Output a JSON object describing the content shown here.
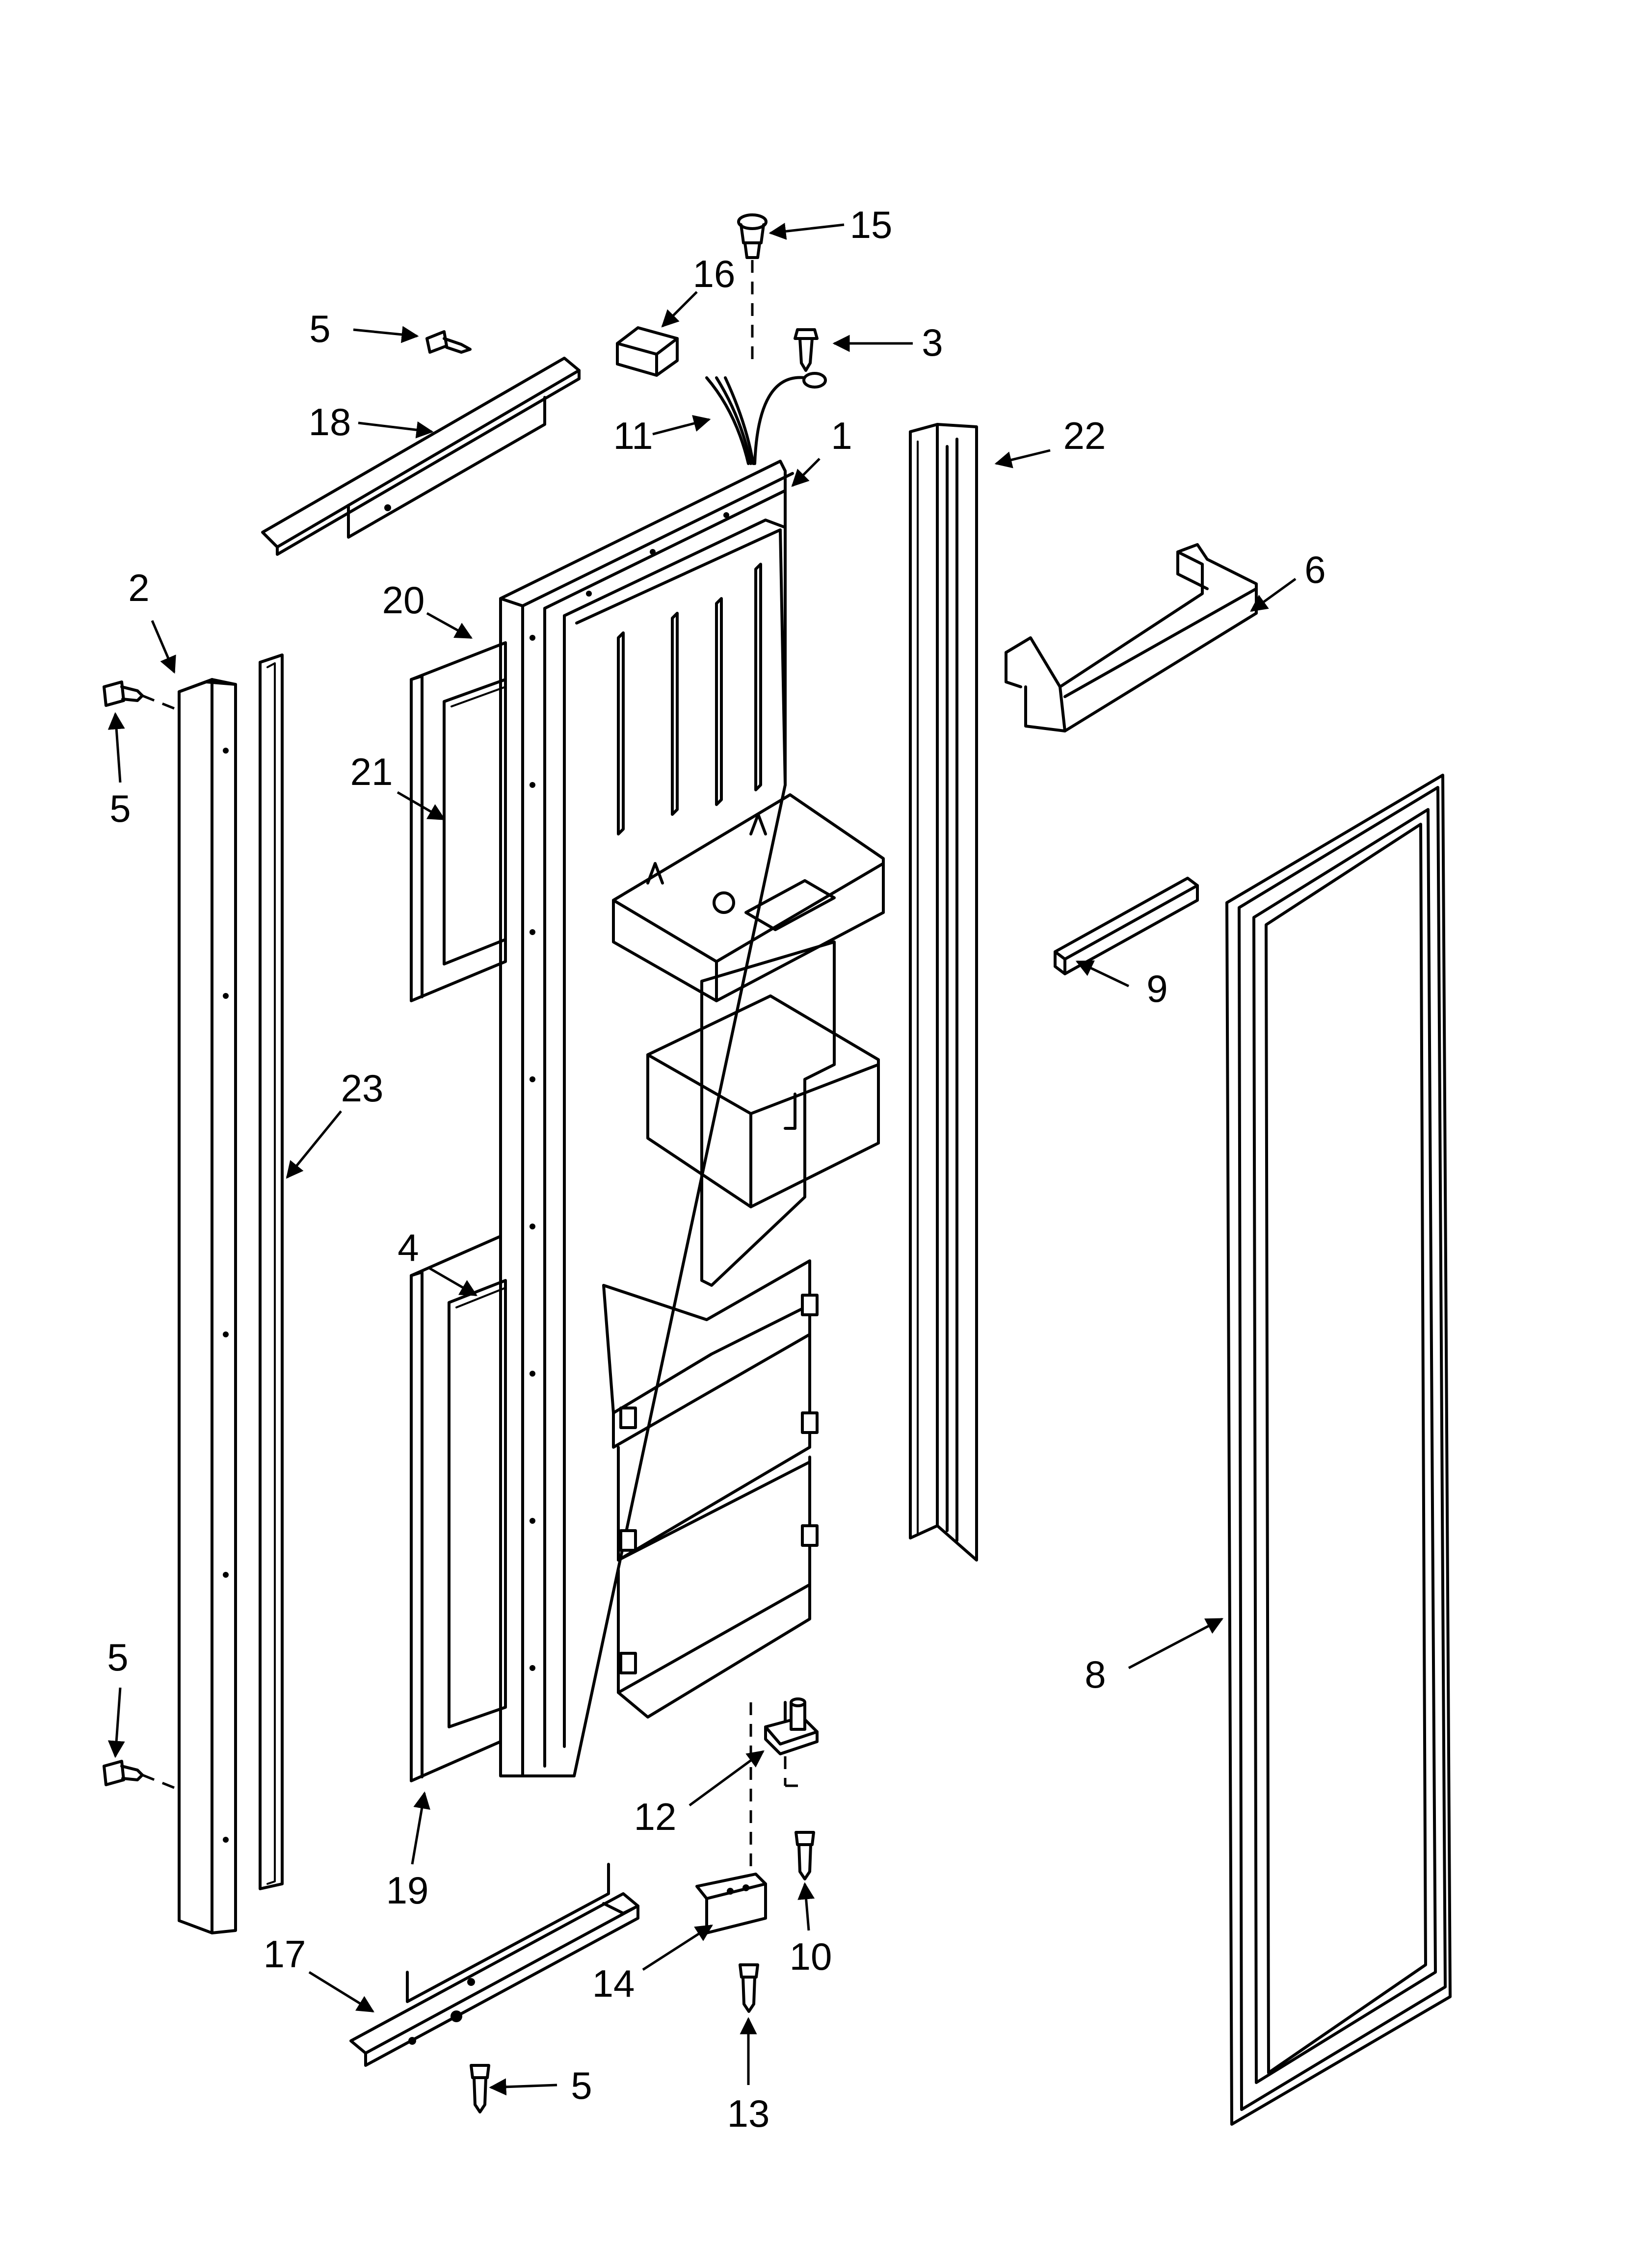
{
  "diagram": {
    "callouts": [
      {
        "id": "c15",
        "label": "15"
      },
      {
        "id": "c16",
        "label": "16"
      },
      {
        "id": "c3",
        "label": "3"
      },
      {
        "id": "c5a",
        "label": "5"
      },
      {
        "id": "c18",
        "label": "18"
      },
      {
        "id": "c11",
        "label": "11"
      },
      {
        "id": "c1",
        "label": "1"
      },
      {
        "id": "c22",
        "label": "22"
      },
      {
        "id": "c2",
        "label": "2"
      },
      {
        "id": "c5b",
        "label": "5"
      },
      {
        "id": "c20",
        "label": "20"
      },
      {
        "id": "c6",
        "label": "6"
      },
      {
        "id": "c21",
        "label": "21"
      },
      {
        "id": "c9",
        "label": "9"
      },
      {
        "id": "c23",
        "label": "23"
      },
      {
        "id": "c4",
        "label": "4"
      },
      {
        "id": "c8",
        "label": "8"
      },
      {
        "id": "c5c",
        "label": "5"
      },
      {
        "id": "c12",
        "label": "12"
      },
      {
        "id": "c19",
        "label": "19"
      },
      {
        "id": "c10",
        "label": "10"
      },
      {
        "id": "c17",
        "label": "17"
      },
      {
        "id": "c14",
        "label": "14"
      },
      {
        "id": "c5d",
        "label": "5"
      },
      {
        "id": "c13",
        "label": "13"
      }
    ]
  }
}
